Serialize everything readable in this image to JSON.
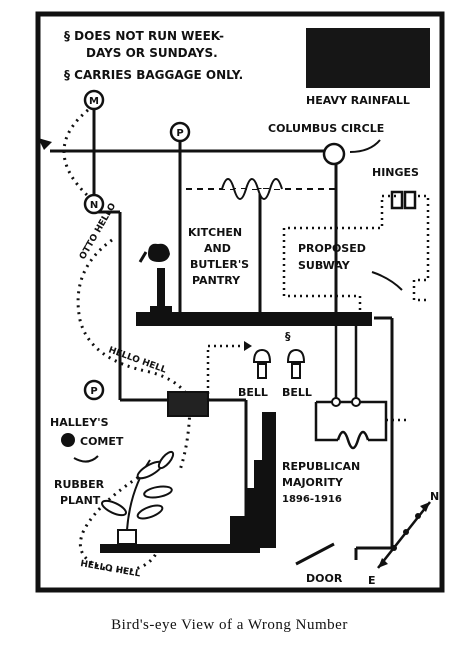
{
  "notes": {
    "line1a": "§ DOES NOT RUN WEEK-",
    "line1b": "DAYS OR SUNDAYS.",
    "line2": "§ CARRIES BAGGAGE ONLY."
  },
  "legend": {
    "label": "HEAVY RAINFALL",
    "swatch_color": "#161616"
  },
  "labels": {
    "station_m": "M",
    "station_n": "N",
    "station_p_top": "P",
    "station_p_left": "P",
    "columbus_circle": "COLUMBUS CIRCLE",
    "hinges": "HINGES",
    "kitchen1": "KITCHEN",
    "kitchen2": "AND",
    "kitchen3": "BUTLER'S",
    "kitchen4": "PANTRY",
    "subway1": "PROPOSED",
    "subway2": "SUBWAY",
    "hello1": "HELLO HELL",
    "hello2": "OTTO HELLO",
    "hello3": "HELLO HELL",
    "halley1": "HALLEY'S",
    "halley2": "COMET",
    "rubber1": "RUBBER",
    "rubber2": "PLANT",
    "bell_left": "BELL",
    "bell_right": "BELL",
    "rep1": "REPUBLICAN",
    "rep2": "MAJORITY",
    "rep3": "1896-1916",
    "door": "DOOR",
    "compass_n": "N",
    "compass_e": "E",
    "section_mark": "§"
  },
  "caption": "Bird's-eye View of a Wrong Number"
}
